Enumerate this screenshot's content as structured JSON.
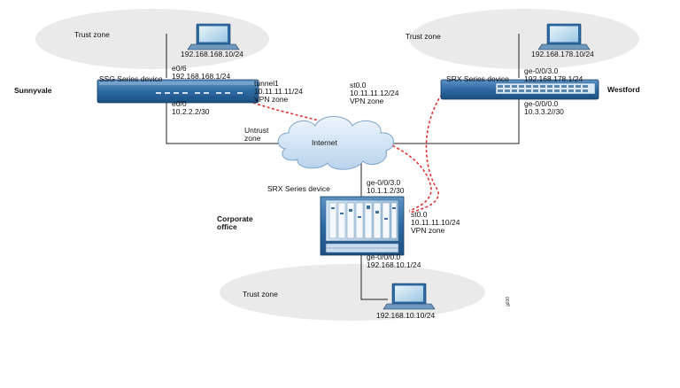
{
  "zones": {
    "sunnyvale_trust": "Trust zone",
    "westford_trust": "Trust zone",
    "corporate_trust": "Trust zone",
    "untrust": [
      "Untrust",
      "zone"
    ]
  },
  "cloud_label": "Internet",
  "sites": {
    "sunnyvale": "Sunnyvale",
    "westford": "Westford",
    "corporate": [
      "Corporate",
      "office"
    ]
  },
  "devices": {
    "ssg": "SSG Series device",
    "srx_westford": "SRX Series device",
    "srx_corporate": "SRX Series device"
  },
  "hosts": {
    "sunnyvale": "192.168.168.10/24",
    "westford": "192.168.178.10/24",
    "corporate": "192.168.10.10/24"
  },
  "interfaces": {
    "ssg_e0_6": [
      "e0/6",
      "192.168.168.1/24"
    ],
    "ssg_tunnel1": [
      "tunnel1",
      "10.11.11.11/24",
      "VPN zone"
    ],
    "ssg_e0_0": [
      "e0/0",
      "10.2.2.2/30"
    ],
    "westford_st0": [
      "st0.0",
      "10.11.11.12/24",
      "VPN zone"
    ],
    "westford_ge_3": [
      "ge-0/0/3.0",
      "192.168.178.1/24"
    ],
    "westford_ge_0": [
      "ge-0/0/0.0",
      "10.3.3.2//30"
    ],
    "corp_ge_3": [
      "ge-0/0/3.0",
      "10.1.1.2/30"
    ],
    "corp_st0": [
      "st0.0",
      "10.11.11.10/24",
      "VPN zone"
    ],
    "corp_ge_0": [
      "ge-0/0/0.0",
      "192.168.10.1/24"
    ]
  },
  "figure_id": "g030",
  "colors": {
    "zone_fill": "#eaeaea",
    "device_blue": "#1f5d8f",
    "cloud_fill": "#d9e8f6",
    "vpn_red": "#e03030",
    "line": "#222222"
  }
}
